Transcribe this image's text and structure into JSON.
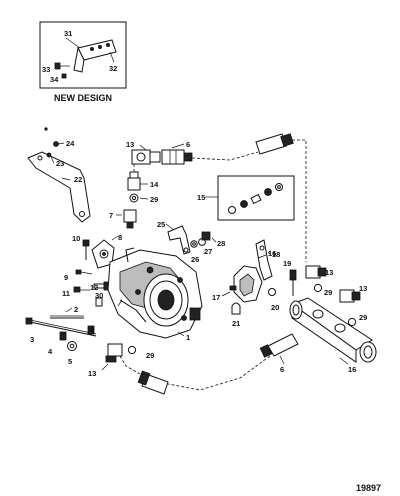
{
  "inset": {
    "caption": "NEW DESIGN",
    "callouts": [
      "31",
      "32",
      "33",
      "34"
    ]
  },
  "figure_number": "19897",
  "callouts": {
    "c1": "1",
    "c2": "2",
    "c3": "3",
    "c4": "4",
    "c5": "5",
    "c6a": "6",
    "c6b": "6",
    "c7": "7",
    "c8": "8",
    "c9": "9",
    "c10": "10",
    "c11": "11",
    "c12": "12",
    "c13a": "13",
    "c13b": "13",
    "c13c": "13",
    "c13d": "13",
    "c14": "14",
    "c15": "15",
    "c16a": "16",
    "c16b": "16",
    "c17": "17",
    "c18": "18",
    "c19": "19",
    "c20": "20",
    "c21": "21",
    "c22": "22",
    "c23": "23",
    "c24": "24",
    "c25": "25",
    "c26": "26",
    "c27": "27",
    "c28": "28",
    "c29a": "29",
    "c29b": "29",
    "c29c": "29",
    "c29d": "29",
    "c30": "30"
  }
}
